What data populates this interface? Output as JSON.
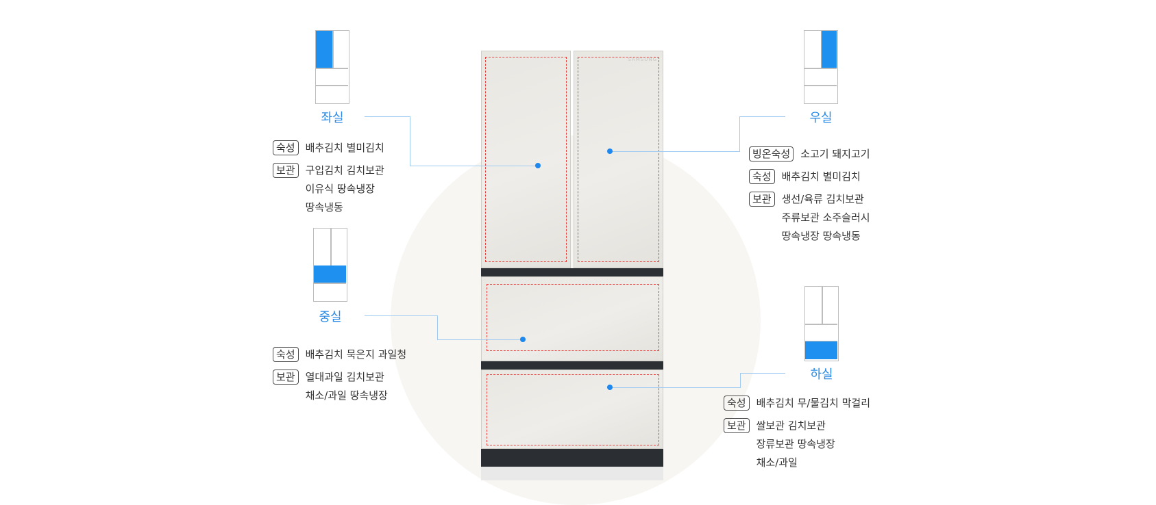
{
  "colors": {
    "accent": "#1e90f0",
    "dashed": "#e8403c",
    "title": "#2a8ae6"
  },
  "fridge": {
    "logo_text": "SAMSUNG"
  },
  "left_room": {
    "title": "좌실",
    "tag1": "숙성",
    "tag1_items": [
      "배추김치  별미김치"
    ],
    "tag2": "보관",
    "tag2_items": [
      "구입김치  김치보관",
      "이유식  땅속냉장",
      "땅속냉동"
    ]
  },
  "right_room": {
    "title": "우실",
    "tag1": "빙온숙성",
    "tag1_items": [
      "소고기  돼지고기"
    ],
    "tag2": "숙성",
    "tag2_items": [
      "배추김치  별미김치"
    ],
    "tag3": "보관",
    "tag3_items": [
      "생선/육류 김치보관",
      "주류보관  소주슬러시",
      "땅속냉장  땅속냉동"
    ]
  },
  "middle_room": {
    "title": "중실",
    "tag1": "숙성",
    "tag1_items": [
      "배추김치  묵은지  과일청"
    ],
    "tag2": "보관",
    "tag2_items": [
      "열대과일  김치보관",
      "채소/과일  땅속냉장"
    ]
  },
  "bottom_room": {
    "title": "하실",
    "tag1": "숙성",
    "tag1_items": [
      "배추김치  무/물김치  막걸리"
    ],
    "tag2": "보관",
    "tag2_items": [
      "쌀보관  김치보관",
      "장류보관  땅속냉장",
      "채소/과일"
    ]
  }
}
